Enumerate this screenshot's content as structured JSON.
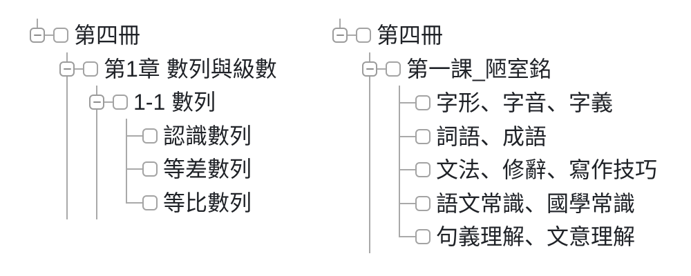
{
  "colors": {
    "background": "#ffffff",
    "tree_line": "#a9a9a9",
    "box_border": "#9b9b9b",
    "checkbox_border": "#a3a3a3",
    "minus_glyph": "#8c8c8c",
    "text": "#1f2227"
  },
  "icons": {
    "switcher": "collapse-minus-icon",
    "checkbox": "checkbox-unchecked"
  },
  "trees": [
    {
      "nodes": [
        {
          "label": "第四冊",
          "depth": 0,
          "expandable": true,
          "expanded": true,
          "checked": false
        },
        {
          "label": "第1章 數列與級數",
          "depth": 1,
          "expandable": true,
          "expanded": true,
          "checked": false
        },
        {
          "label": "1-1 數列",
          "depth": 2,
          "expandable": true,
          "expanded": true,
          "checked": false
        },
        {
          "label": "認識數列",
          "depth": 3,
          "expandable": false,
          "checked": false
        },
        {
          "label": "等差數列",
          "depth": 3,
          "expandable": false,
          "checked": false
        },
        {
          "label": "等比數列",
          "depth": 3,
          "expandable": false,
          "checked": false
        }
      ]
    },
    {
      "nodes": [
        {
          "label": "第四冊",
          "depth": 0,
          "expandable": true,
          "expanded": true,
          "checked": false
        },
        {
          "label": "第一課_陋室銘",
          "depth": 1,
          "expandable": true,
          "expanded": true,
          "checked": false
        },
        {
          "label": "字形、字音、字義",
          "depth": 2,
          "expandable": false,
          "checked": false
        },
        {
          "label": "詞語、成語",
          "depth": 2,
          "expandable": false,
          "checked": false
        },
        {
          "label": "文法、修辭、寫作技巧",
          "depth": 2,
          "expandable": false,
          "checked": false
        },
        {
          "label": "語文常識、國學常識",
          "depth": 2,
          "expandable": false,
          "checked": false
        },
        {
          "label": "句義理解、文意理解",
          "depth": 2,
          "expandable": false,
          "checked": false
        }
      ]
    }
  ]
}
